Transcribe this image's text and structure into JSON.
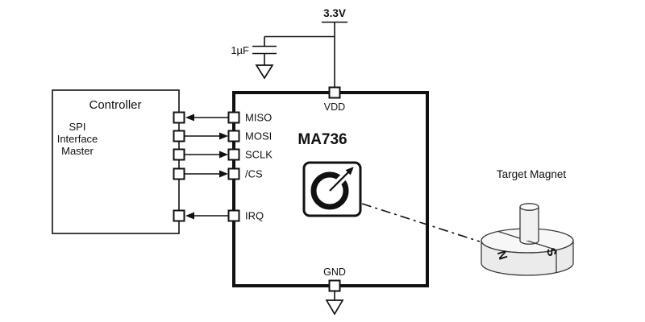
{
  "power": {
    "supply": "3.3V",
    "capacitor": "1µF"
  },
  "controller": {
    "title": "Controller",
    "role": [
      "SPI",
      "Interface",
      "Master"
    ]
  },
  "chip": {
    "name": "MA736",
    "pins": {
      "miso": "MISO",
      "mosi": "MOSI",
      "sclk": "SCLK",
      "cs": "/CS",
      "irq": "IRQ",
      "vdd": "VDD",
      "gnd": "GND"
    }
  },
  "magnet": {
    "label": "Target Magnet",
    "pole_n": "N",
    "pole_s": "S"
  }
}
